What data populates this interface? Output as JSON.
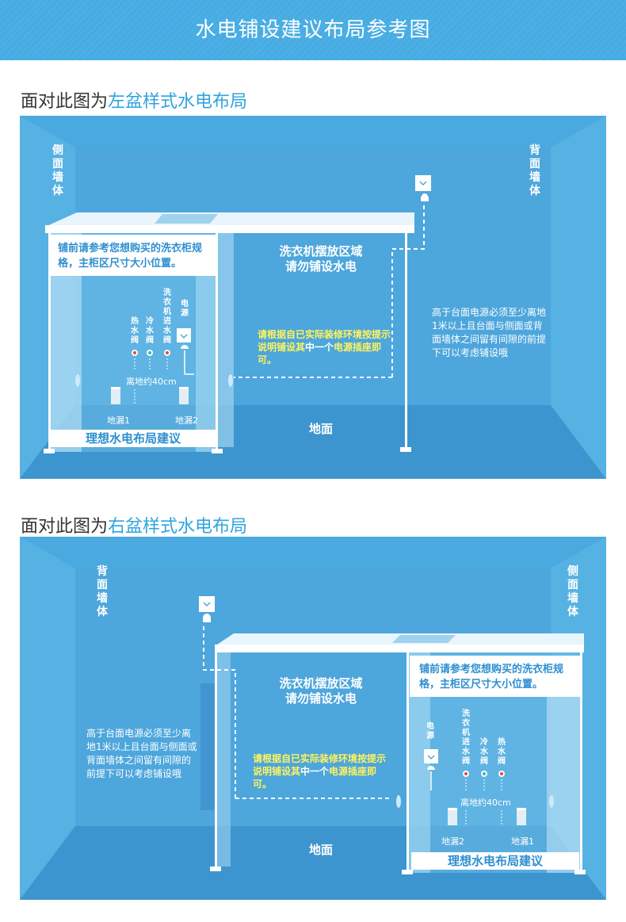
{
  "header": {
    "title": "水电铺设建议布局参考图"
  },
  "sections": [
    {
      "heading_prefix": "面对此图为",
      "heading_highlight": "左盆样式水电布局",
      "left_wall_label": "侧面墙体",
      "right_wall_label": "背面墙体",
      "cabinet_note": "铺前请参考您想购买的洗衣柜规格，主柜区尺寸大小位置。",
      "washer_area": "洗衣机摆放区域\n请勿铺设水电",
      "outlet_note_yellow": "请根据自已实际装修环境按提示说明铺设其",
      "outlet_note_white_1": "中一个",
      "outlet_note_yellow_2": "电源插座即可。",
      "height_note": "高于台面电源必须至少离地1米以上且台面与侧面或背面墙体之间留有间隙的前提下可以考虑铺设哦",
      "floor_label": "地面",
      "valves": [
        "热水阀",
        "冷水阀",
        "洗衣机进水阀",
        "电源"
      ],
      "height_label": "离地约40cm",
      "drains": [
        "地漏1",
        "地漏2"
      ],
      "caption": "理想水电布局建议"
    },
    {
      "heading_prefix": "面对此图为",
      "heading_highlight": "右盆样式水电布局",
      "left_wall_label": "背面墙体",
      "right_wall_label": "侧面墙体",
      "cabinet_note": "铺前请参考您想购买的洗衣柜规格，主柜区尺寸大小位置。",
      "washer_area": "洗衣机摆放区域\n请勿铺设水电",
      "outlet_note_yellow": "请根据自已实际装修环境按提示说明铺设其",
      "outlet_note_white_1": "中一个",
      "outlet_note_yellow_2": "电源插座即可。",
      "height_note": "高于台面电源必须至少离地1米以上且台面与侧面或背面墙体之间留有间隙的前提下可以考虑铺设哦",
      "floor_label": "地面",
      "valves": [
        "电源",
        "洗衣机进水阀",
        "冷水阀",
        "热水阀"
      ],
      "height_label": "离地约40cm",
      "drains": [
        "地漏2",
        "地漏1"
      ],
      "caption": "理想水电布局建议"
    }
  ],
  "colors": {
    "banner": "#46ace3",
    "wall": "#4aa9de",
    "highlight": "#2fa4df",
    "yellow_text": "#fff35c"
  }
}
